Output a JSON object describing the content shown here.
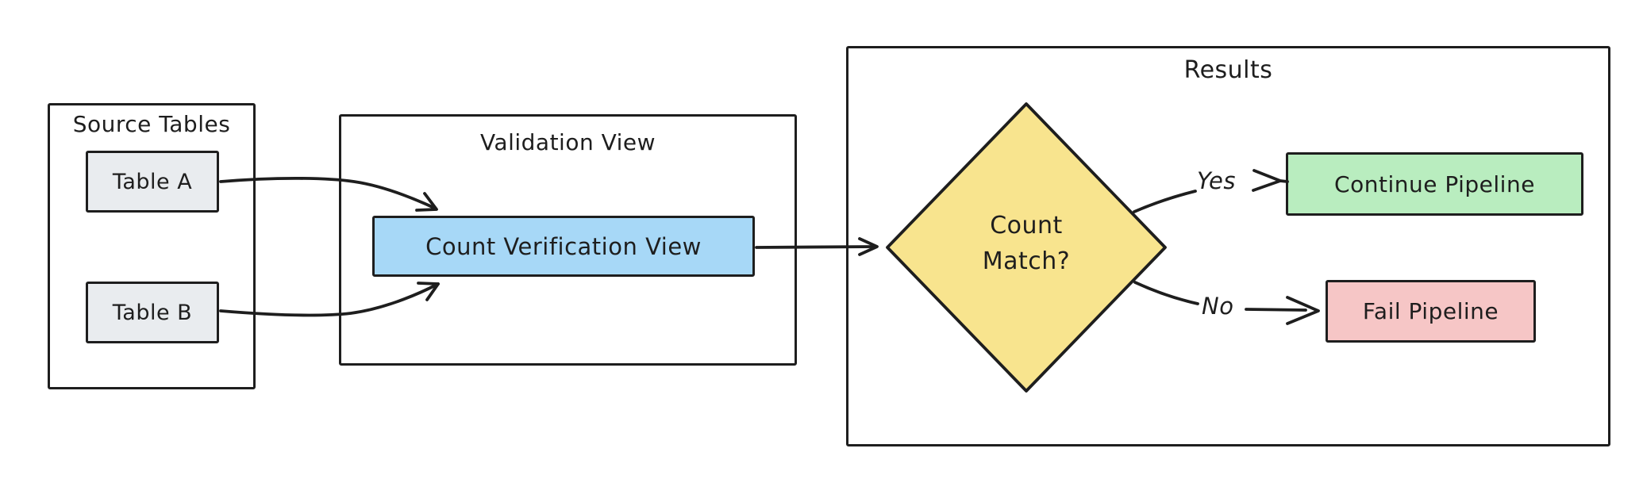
{
  "diagram": {
    "groups": {
      "source": {
        "title": "Source Tables"
      },
      "validation": {
        "title": "Validation View"
      },
      "results": {
        "title": "Results"
      }
    },
    "nodes": {
      "table_a": {
        "label": "Table A",
        "fill": "#e9ecef"
      },
      "table_b": {
        "label": "Table B",
        "fill": "#e9ecef"
      },
      "count_view": {
        "label": "Count Verification View",
        "fill": "#a7d8f7"
      },
      "decision": {
        "label": "Count Match?",
        "line1": "Count",
        "line2": "Match?",
        "fill": "#f8e48e"
      },
      "continue_pipeline": {
        "label": "Continue Pipeline",
        "fill": "#b9edbf"
      },
      "fail_pipeline": {
        "label": "Fail Pipeline",
        "fill": "#f6c6c6"
      }
    },
    "edge_labels": {
      "yes": "Yes",
      "no": "No"
    },
    "edges": [
      {
        "from": "Table A",
        "to": "Count Verification View"
      },
      {
        "from": "Table B",
        "to": "Count Verification View"
      },
      {
        "from": "Count Verification View",
        "to": "Count Match?"
      },
      {
        "from": "Count Match?",
        "to": "Continue Pipeline",
        "label": "Yes"
      },
      {
        "from": "Count Match?",
        "to": "Fail Pipeline",
        "label": "No"
      }
    ],
    "colors": {
      "stroke": "#1e1e1e",
      "background": "#ffffff"
    }
  }
}
